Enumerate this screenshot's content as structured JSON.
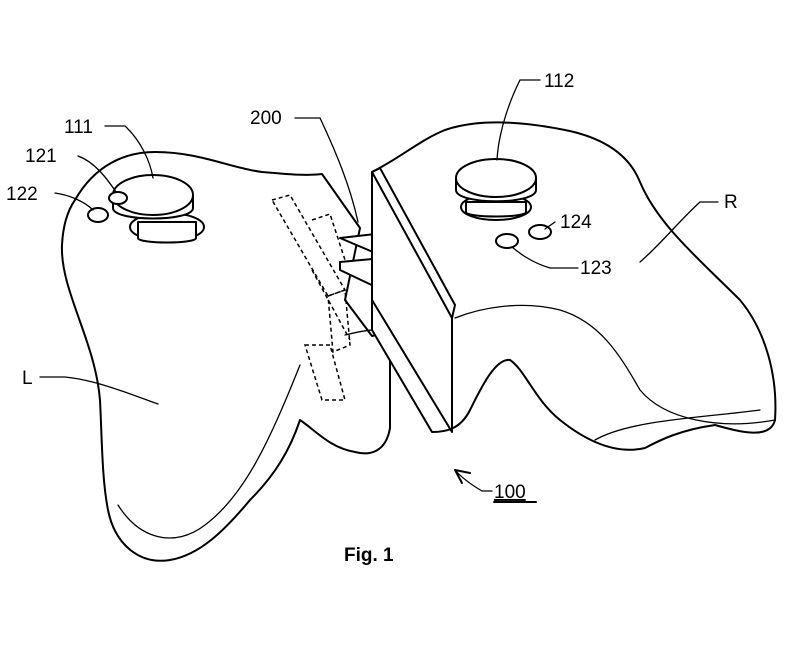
{
  "figure": {
    "caption": "Fig. 1",
    "labels": {
      "device": "100",
      "connector": "200",
      "left_stick": "111",
      "right_stick": "112",
      "button_121": "121",
      "button_122": "122",
      "button_123": "123",
      "button_124": "124",
      "left_half": "L",
      "right_half": "R"
    }
  }
}
